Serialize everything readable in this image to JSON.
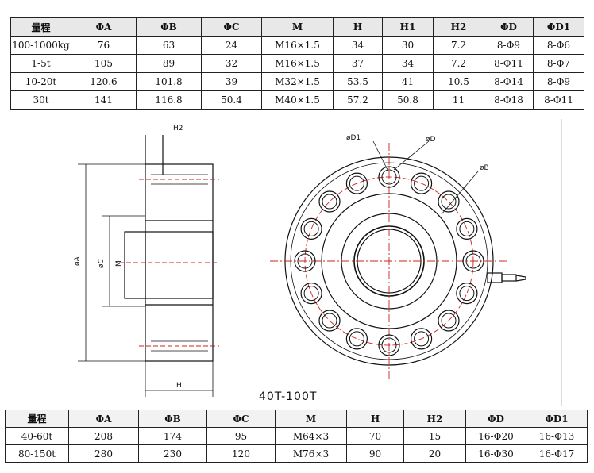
{
  "table_top": {
    "headers": [
      "量程",
      "ΦA",
      "ΦB",
      "ΦC",
      "M",
      "H",
      "H1",
      "H2",
      "ΦD",
      "ΦD1"
    ],
    "rows": [
      [
        "100-1000kg",
        "76",
        "63",
        "24",
        "M16×1.5",
        "34",
        "30",
        "7.2",
        "8-Φ9",
        "8-Φ6"
      ],
      [
        "1-5t",
        "105",
        "89",
        "32",
        "M16×1.5",
        "37",
        "34",
        "7.2",
        "8-Φ11",
        "8-Φ7"
      ],
      [
        "10-20t",
        "120.6",
        "101.8",
        "39",
        "M32×1.5",
        "53.5",
        "41",
        "10.5",
        "8-Φ14",
        "8-Φ9"
      ],
      [
        "30t",
        "141",
        "116.8",
        "50.4",
        "M40×1.5",
        "57.2",
        "50.8",
        "11",
        "8-Φ18",
        "8-Φ11"
      ]
    ]
  },
  "drawing": {
    "labels": {
      "h2": "H2",
      "phiA": "øA",
      "phiC": "øC",
      "m": "M",
      "h": "H",
      "phiD1": "øD1",
      "phiD": "øD",
      "phiB": "øB"
    },
    "model": "40T-100T"
  },
  "table_bottom": {
    "headers": [
      "量程",
      "ΦA",
      "ΦB",
      "ΦC",
      "M",
      "H",
      "H2",
      "ΦD",
      "ΦD1"
    ],
    "rows": [
      [
        "40-60t",
        "208",
        "174",
        "95",
        "M64×3",
        "70",
        "15",
        "16-Φ20",
        "16-Φ13"
      ],
      [
        "80-150t",
        "280",
        "230",
        "120",
        "M76×3",
        "90",
        "20",
        "16-Φ30",
        "16-Φ17"
      ]
    ]
  },
  "colors": {
    "line": "#111111",
    "center_line": "#cc2222",
    "header_bg": "#e8e8e8"
  }
}
